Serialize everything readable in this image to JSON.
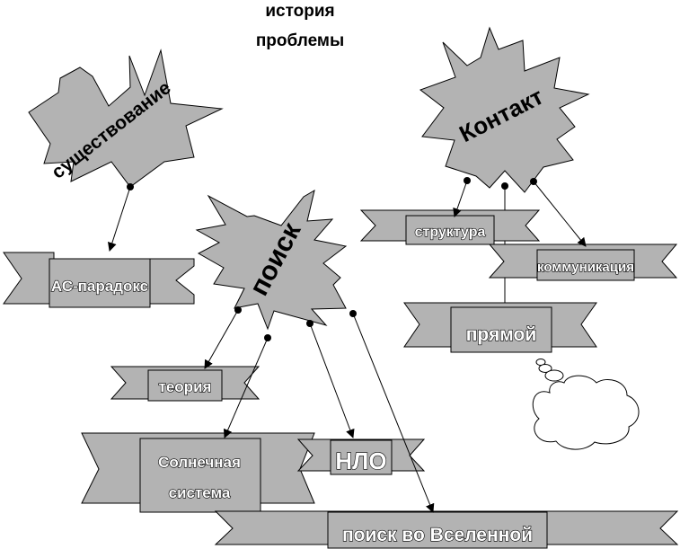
{
  "title": {
    "line1": "история",
    "line2": "проблемы"
  },
  "stars": {
    "existence": "существование",
    "search": "поиск",
    "contact": "Контакт"
  },
  "banners": {
    "ac_paradox": "АС-парадокс",
    "theory": "теория",
    "solar_line1": "Солнечная",
    "solar_line2": "система",
    "ufo": "НЛО",
    "universe": "поиск во Вселенной",
    "structure": "структура",
    "communication": "коммуникация",
    "direct": "прямой"
  },
  "colors": {
    "fill": "#b3b3b3",
    "dark": "#7a7a7a",
    "stroke": "#000000"
  }
}
